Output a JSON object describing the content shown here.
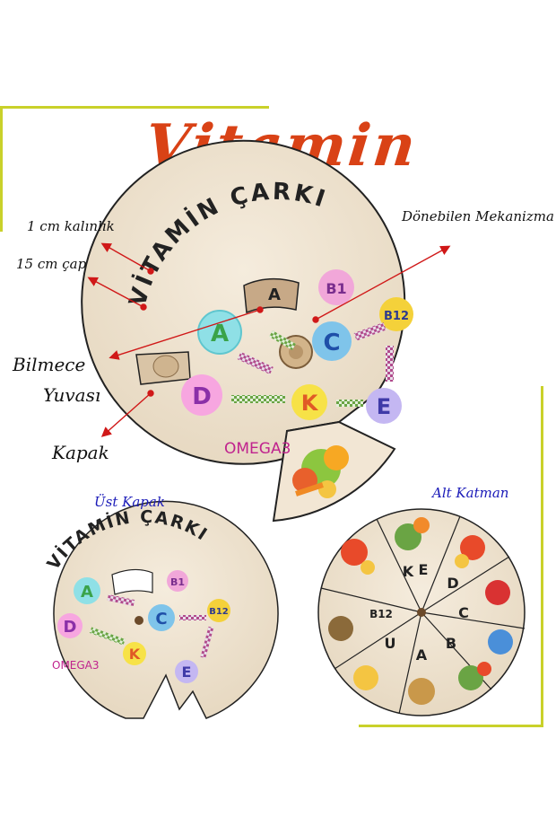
{
  "title": "Vitamin Çarkı",
  "main_wheel": {
    "heading": "VİTAMİN ÇARKI",
    "window_letter": "A",
    "vitamins": [
      "A",
      "B1",
      "B12",
      "C",
      "D",
      "K",
      "E"
    ],
    "omega": "OMEGA3"
  },
  "callouts": {
    "thickness": "1 cm kalınlık",
    "diameter": "15 cm çap",
    "riddle_slot_line1": "Bilmece",
    "riddle_slot_line2": "Yuvası",
    "cover": "Kapak",
    "rotating": "Dönebilen Mekanizma"
  },
  "top_cover": {
    "caption": "Üst Kapak",
    "heading": "VİTAMİN ÇARKI",
    "vitamins": [
      "A",
      "B1",
      "B12",
      "C",
      "D",
      "K",
      "E"
    ],
    "omega": "OMEGA3"
  },
  "bottom_layer": {
    "caption": "Alt Katman",
    "letters": [
      "K",
      "E",
      "D",
      "C",
      "B",
      "A",
      "U",
      "B12"
    ]
  },
  "colors": {
    "title": "#d94216",
    "accent_line": "#c9d12a",
    "wood": "#efe4d2",
    "arrow": "#d01818",
    "caption_blue": "#1a1ab8"
  }
}
